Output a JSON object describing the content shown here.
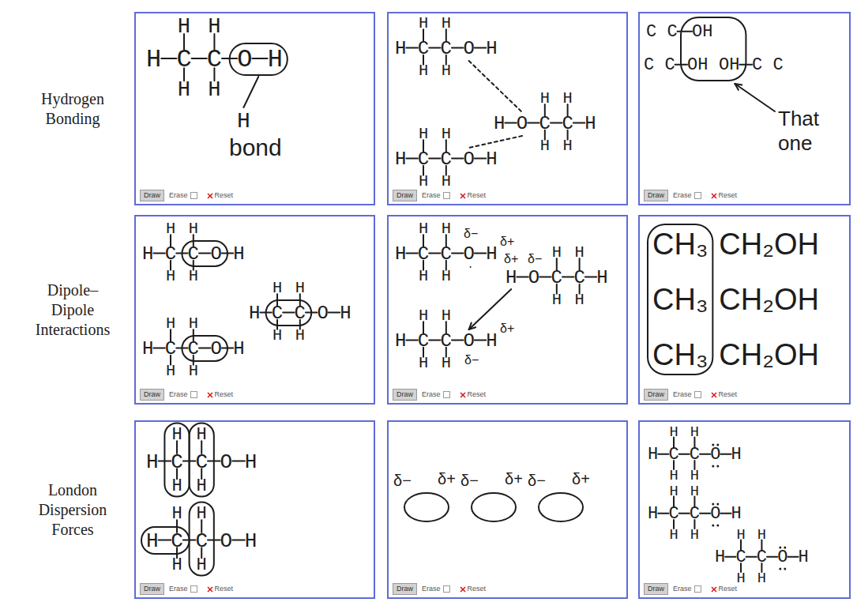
{
  "diagram": {
    "nodes": [
      {
        "text": [
          "Draw",
          "Erase",
          "Reset"
        ]
      },
      {
        "text": [
          "Draw",
          "Erase",
          "Reset"
        ]
      },
      {
        "text": [
          "Draw",
          "Erase",
          "Reset"
        ]
      },
      {
        "text": [
          "Draw",
          "Erase",
          "Reset"
        ]
      },
      {
        "text": [
          "Draw",
          "Erase",
          "Reset"
        ]
      },
      {
        "text": [
          "Draw",
          "Erase",
          "Reset"
        ]
      },
      {
        "text": [
          "Draw",
          "Erase",
          "Reset"
        ]
      },
      {
        "text": [
          "Draw",
          "Erase",
          "Reset"
        ]
      },
      {
        "text": [
          "Draw",
          "Erase",
          "Reset"
        ]
      }
    ],
    "labels": [
      "Hydrogen Bonding",
      "Dipole–Dipole Interactions",
      "London Dispersion Forces",
      "H C C O H",
      "H",
      "H",
      "H",
      "H",
      "H",
      "bond",
      "H C C O H",
      "H",
      "H",
      "H",
      "H",
      "H O C C H",
      "H",
      "H",
      "H",
      "H",
      "H C C O H",
      "H",
      "H",
      "H",
      "H",
      "C C",
      "OH",
      "C C",
      "OH",
      "OH",
      "C C",
      "That one",
      "H C C O H",
      "H",
      "H",
      "H",
      "H",
      "H C C O H",
      "H",
      "H",
      "H",
      "H",
      "H C C O H",
      "H",
      "H",
      "H",
      "H",
      "H C C O H",
      "H",
      "H",
      "H",
      "H",
      "H O C C H",
      "H",
      "H",
      "H",
      "H",
      "H C C O H",
      "H",
      "H",
      "H",
      "H",
      "δ+",
      "δ−",
      "δ+",
      "δ−",
      "δ+",
      "δ−",
      "CH₃",
      "CH₂OH",
      "CH₃",
      "CH₂OH",
      "CH₃",
      "CH₂OH",
      "H C C O H",
      "H",
      "H",
      "H",
      "H",
      "H C C O H",
      "H",
      "H",
      "H",
      "H",
      "δ−",
      "δ+",
      "δ−",
      "δ+",
      "δ−",
      "δ+",
      "H C C O H",
      "H",
      "H",
      "H",
      "H",
      "H C C O H",
      "H",
      "H",
      "H",
      "H",
      "H C C O H",
      "H",
      "H",
      "H",
      "H"
    ]
  }
}
